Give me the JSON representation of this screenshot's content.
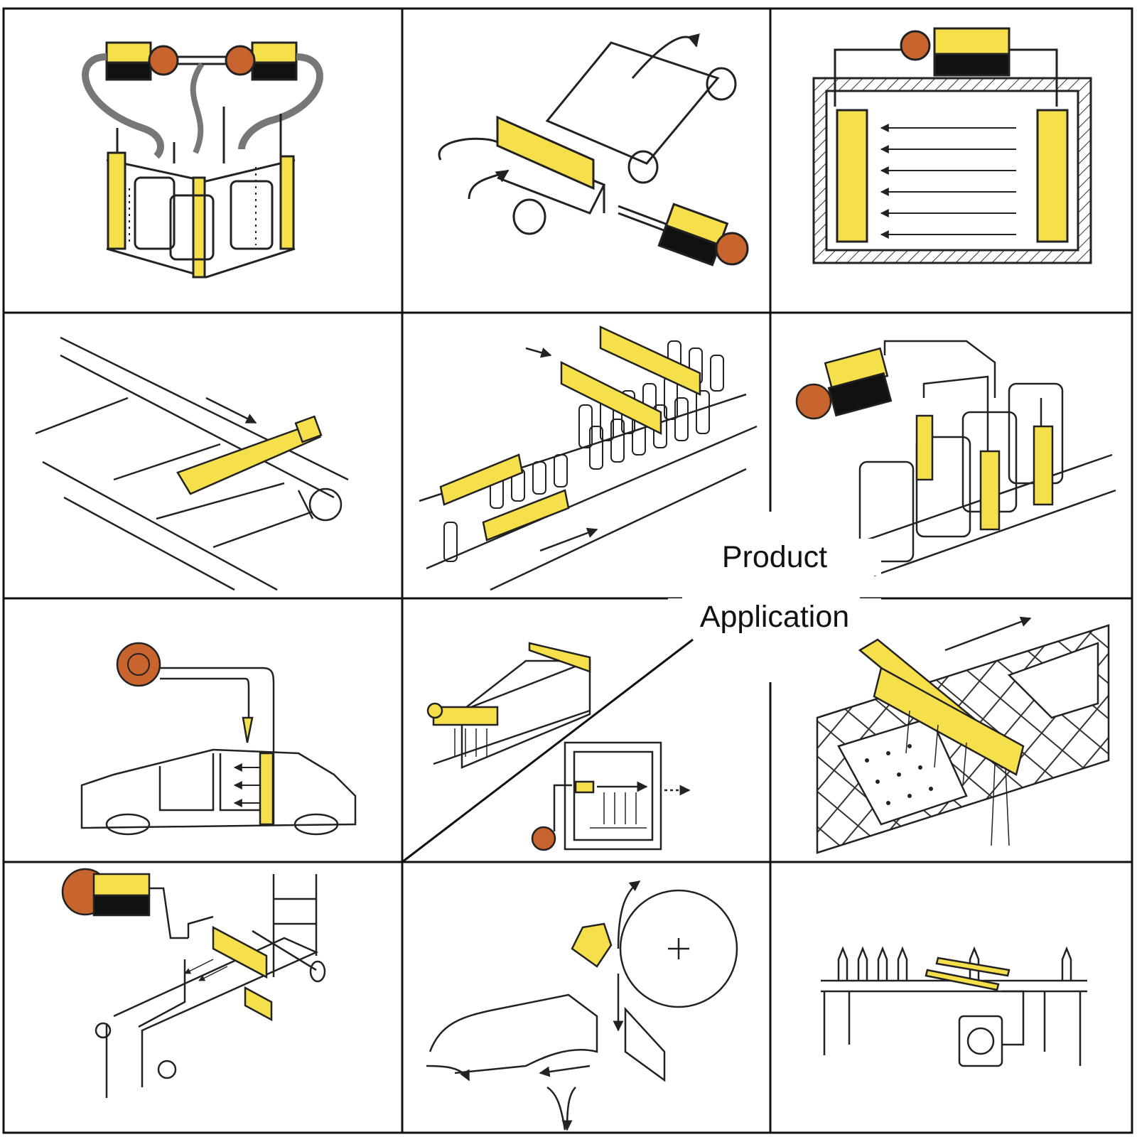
{
  "caption": {
    "line1": "Product",
    "line2": "Application"
  },
  "colors": {
    "nozzle": "#f5e04c",
    "blower": "#c8642d",
    "motor_dark": "#111111",
    "line": "#222222"
  },
  "panels": [
    {
      "id": "tank-cleaning",
      "icon": "air-knife-over-tanks-icon"
    },
    {
      "id": "film-drying",
      "icon": "air-knife-film-line-icon"
    },
    {
      "id": "chamber-curtain",
      "icon": "air-curtain-chamber-icon"
    },
    {
      "id": "sheet-conveyor",
      "icon": "air-knife-sheet-conveyor-icon"
    },
    {
      "id": "can-drying",
      "icon": "air-knife-can-line-icon"
    },
    {
      "id": "jug-drying",
      "icon": "air-knife-jug-line-icon"
    },
    {
      "id": "car-body-drying",
      "icon": "air-knife-car-body-icon"
    },
    {
      "id": "spray-tunnel",
      "icon": "air-knife-spray-tunnel-icon"
    },
    {
      "id": "mesh-belt-parts",
      "icon": "air-knife-mesh-belt-icon"
    },
    {
      "id": "belt-conveyor",
      "icon": "air-knife-belt-conveyor-icon"
    },
    {
      "id": "drum-scraper",
      "icon": "air-knife-drum-icon"
    },
    {
      "id": "bottle-line",
      "icon": "air-knife-bottle-line-icon"
    }
  ]
}
